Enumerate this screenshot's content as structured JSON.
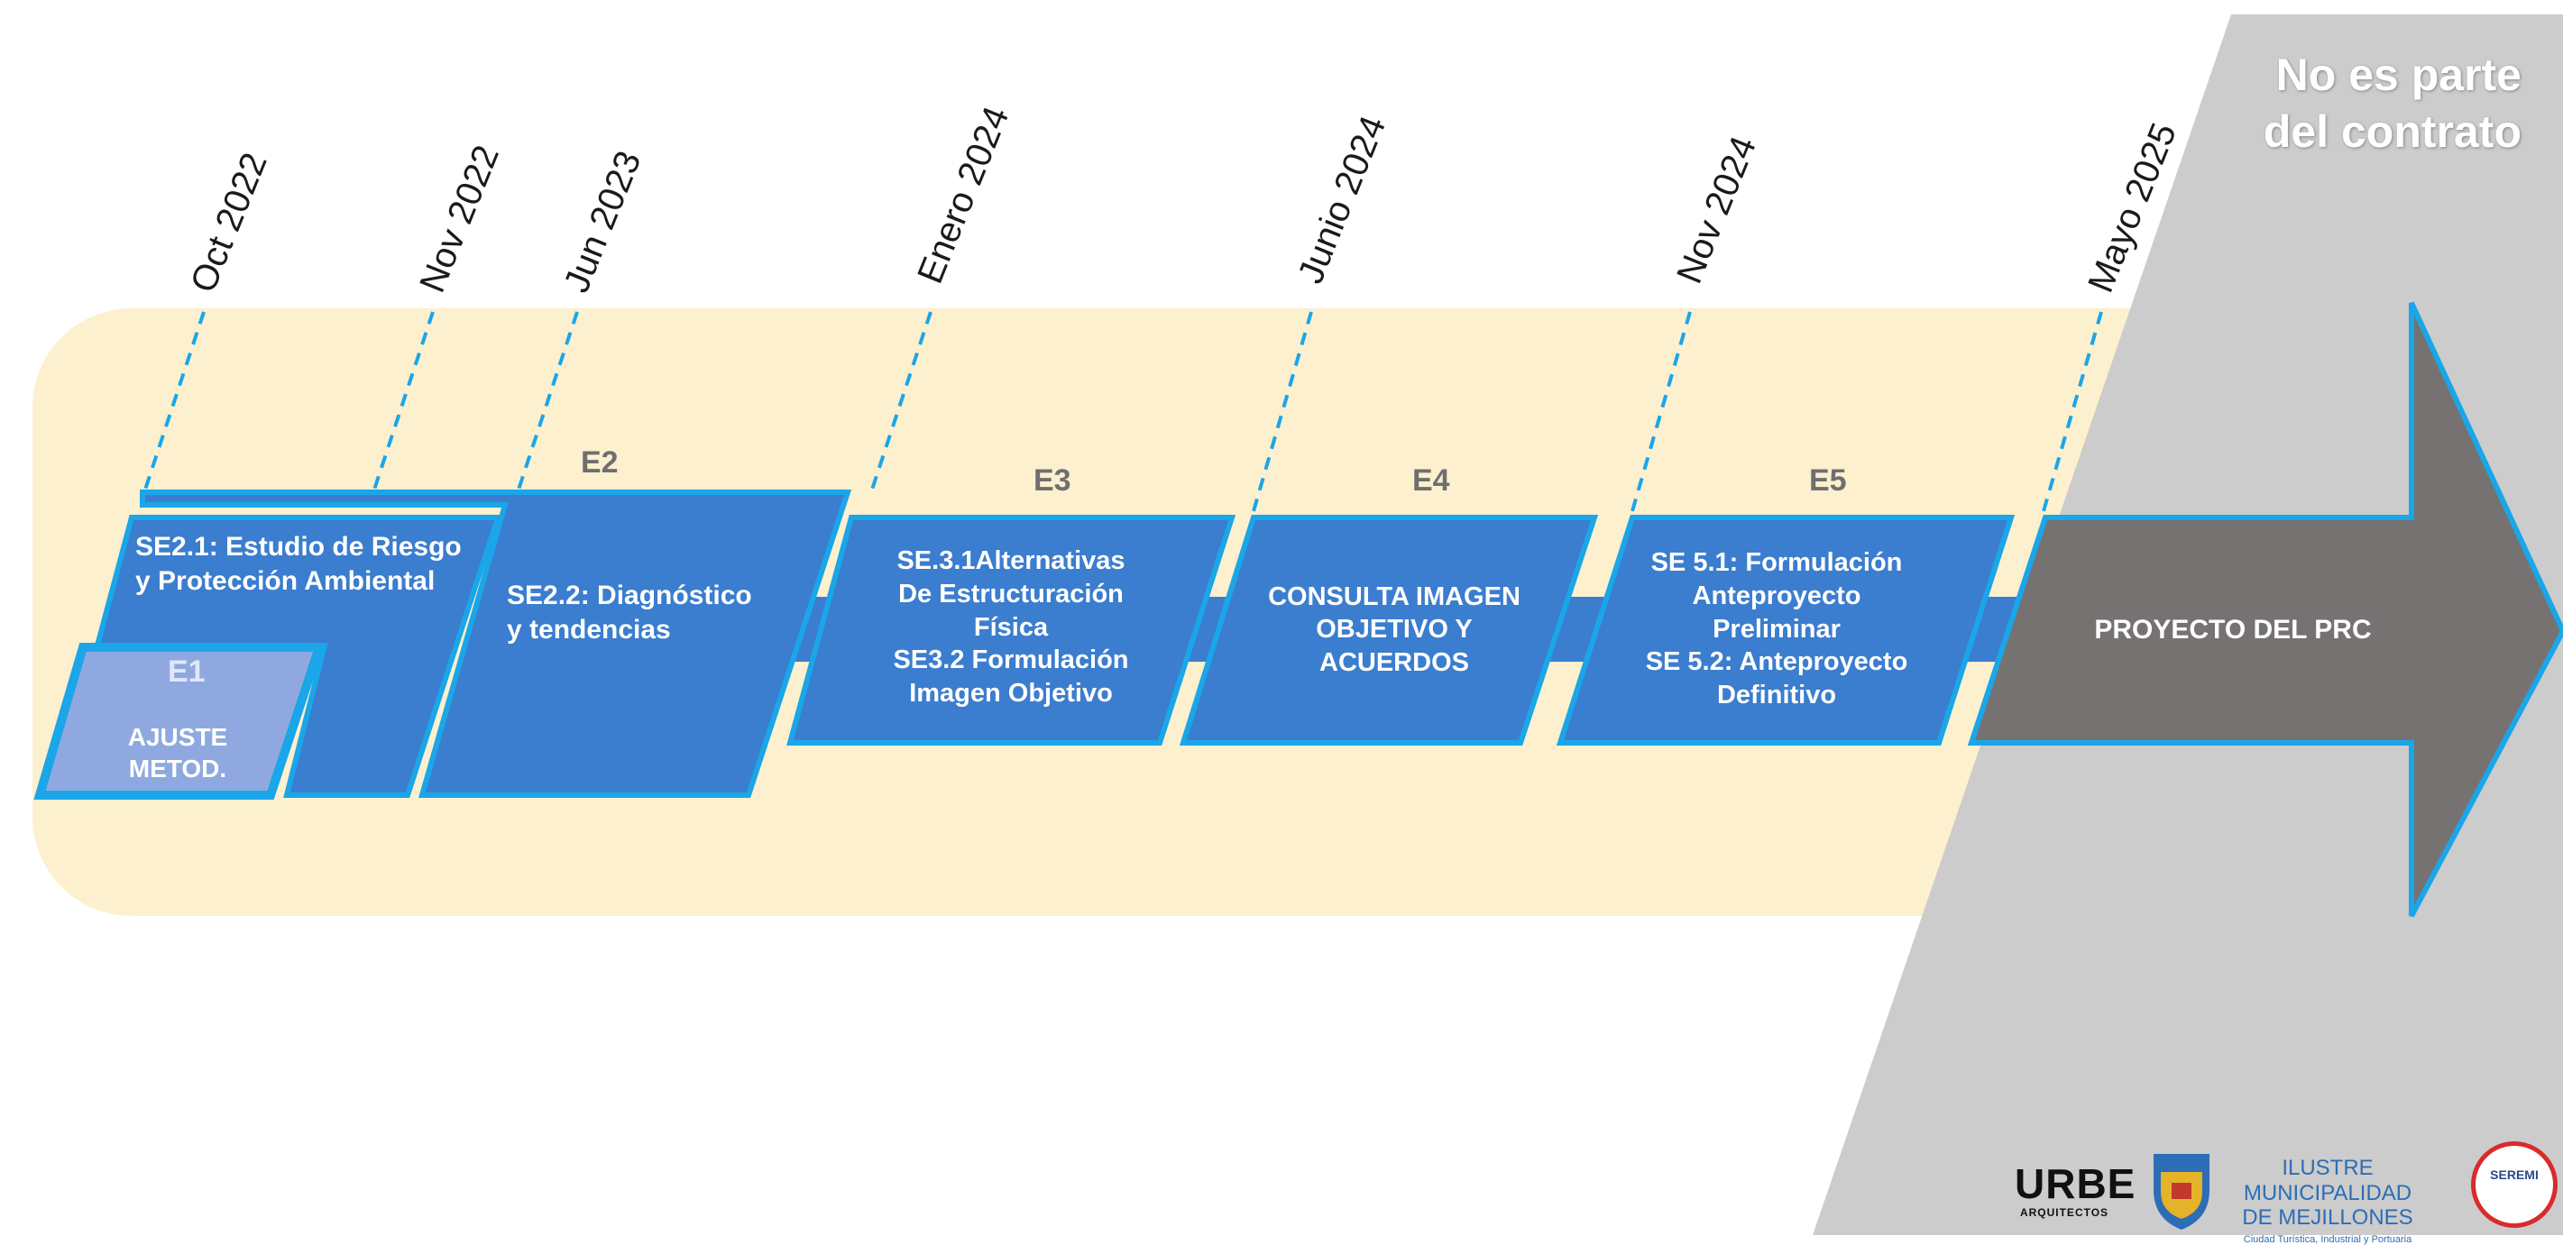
{
  "dates": [
    "Oct 2022",
    "Nov 2022",
    "Jun 2023",
    "Enero 2024",
    "Junio 2024",
    "Nov 2024",
    "Mayo 2025"
  ],
  "outside_contract": "No es parte\ndel contrato",
  "stages": {
    "e1": {
      "code": "E1",
      "text": "AJUSTE\nMETOD."
    },
    "se21": {
      "text": "SE2.1: Estudio de Riesgo\ny Protección Ambiental"
    },
    "e2": {
      "code": "E2",
      "text": "SE2.2: Diagnóstico\ny tendencias"
    },
    "e3": {
      "code": "E3",
      "text": "SE.3.1Alternativas\nDe Estructuración\nFísica\nSE3.2 Formulación\nImagen Objetivo"
    },
    "e4": {
      "code": "E4",
      "text": "CONSULTA IMAGEN\nOBJETIVO Y\nACUERDOS"
    },
    "e5": {
      "code": "E5",
      "text": "SE 5.1: Formulación\nAnteproyecto\nPreliminar\nSE 5.2: Anteproyecto\nDefinitivo"
    },
    "prc": {
      "text": "PROYECTO DEL PRC"
    }
  },
  "logos": {
    "urbe": "URBE",
    "urbe_sub": "ARQUITECTOS",
    "municipality": "ILUSTRE MUNICIPALIDAD\nDE MEJILLONES",
    "municipality_tagline": "Ciudad Turística, Industrial y Portuaria",
    "seremi": "SEREMI"
  },
  "colors": {
    "band": "#fdf0cf",
    "stage_fill": "#3b7dce",
    "stage_border": "#1aa6e8",
    "e1_fill": "#8fa9e0",
    "gray_zone": "#cccccc",
    "arrow": "#767272"
  }
}
